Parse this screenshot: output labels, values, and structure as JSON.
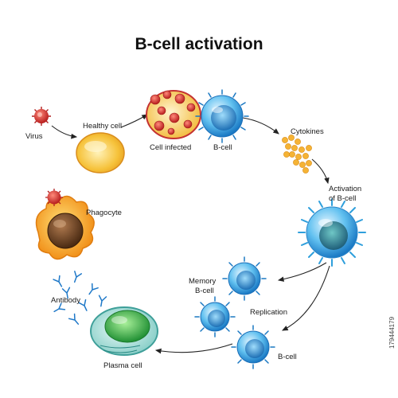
{
  "title": "B-cell activation",
  "labels": {
    "virus": "Virus",
    "healthy_cell": "Healthy cell",
    "cell_infected": "Cell infected",
    "b_cell_top": "B-cell",
    "cytokines": "Cytokines",
    "activation_line1": "Activation",
    "activation_line2": "of B-cell",
    "memory_line1": "Memory",
    "memory_line2": "B-cell",
    "replication": "Replication",
    "b_cell_bottom": "B-cell",
    "plasma_cell": "Plasma cell",
    "antibody": "Antibody",
    "phagocyte": "Phagocyte"
  },
  "stock_id": "179444179",
  "colors": {
    "virus": "#d42a2a",
    "healthy_cell": "#f6c23a",
    "b_cell": "#3aa8e6",
    "cytokines": "#f5b335",
    "plasma_nucleus": "#3cb94a",
    "phagocyte": "#f39a1c",
    "arrow": "#222222"
  }
}
